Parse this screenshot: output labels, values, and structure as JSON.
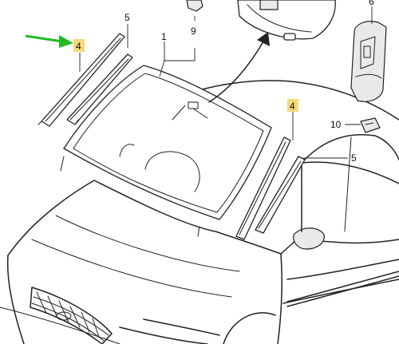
{
  "callouts": {
    "c1": "1",
    "c4_left": "4",
    "c4_right": "4",
    "c5_top": "5",
    "c5_right": "5",
    "c6": "6",
    "c9": "9",
    "c10": "10"
  },
  "colors": {
    "highlight": "#f3da7a",
    "arrow": "#22bb22",
    "line": "#222222"
  }
}
